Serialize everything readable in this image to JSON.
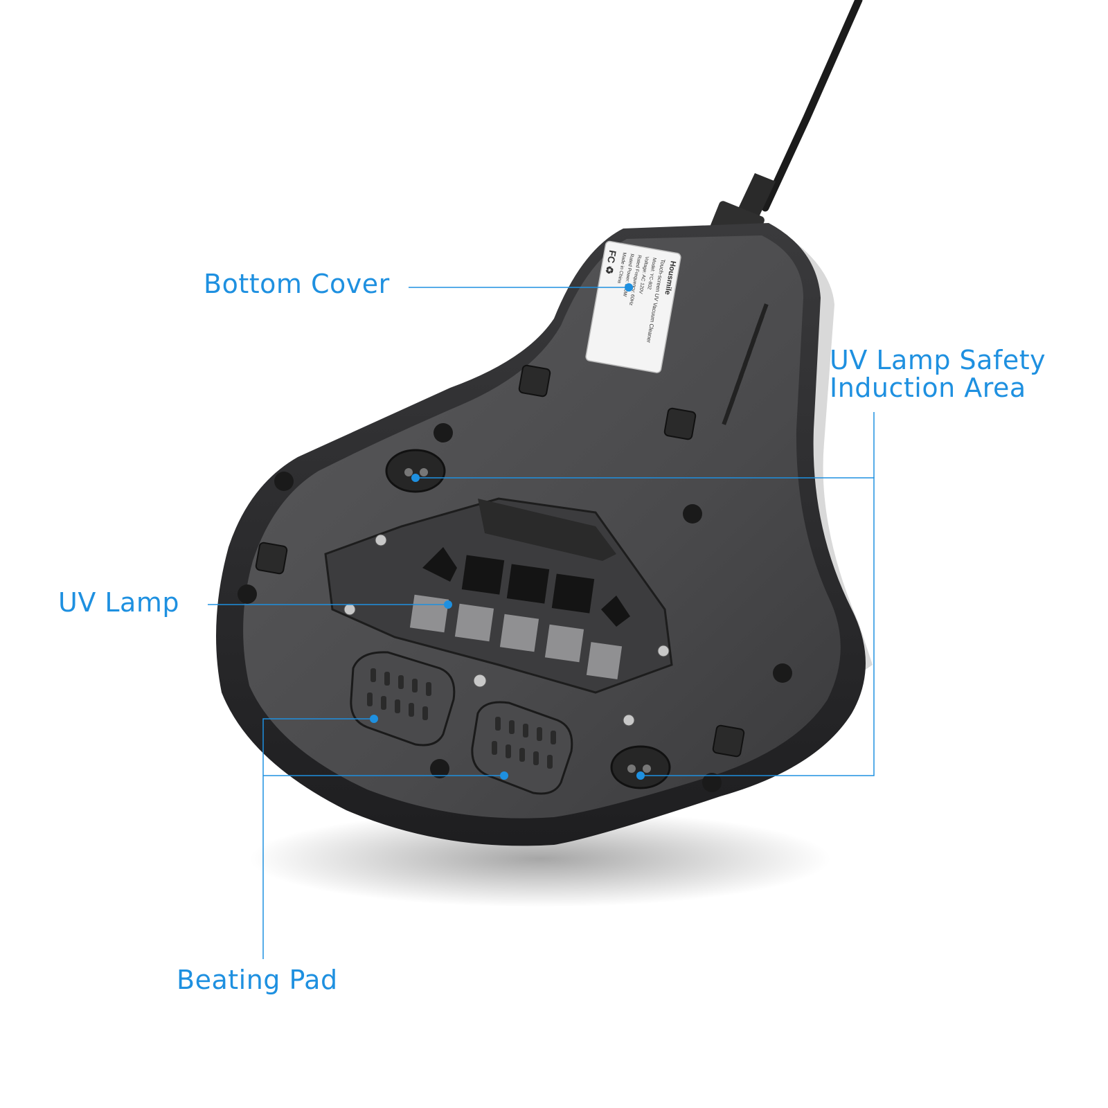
{
  "callouts": {
    "bottom_cover": "Bottom Cover",
    "uv_lamp_safety_line1": "UV Lamp Safety",
    "uv_lamp_safety_line2": "Induction Area",
    "uv_lamp": "UV Lamp",
    "beating_pad": "Beating Pad"
  },
  "product_label": {
    "brand": "Housmile",
    "product": "Touch-screen UV Vacuum Cleaner",
    "model": "Model: YC-802",
    "voltage": "Voltage: AC 120V",
    "frequency": "Rated Frequency: 60Hz",
    "power": "Rated Power: 500W",
    "made_in": "Made in China"
  },
  "colors": {
    "callout": "#1e90e0",
    "body": "#4a4a4c",
    "body_dark": "#2e2e30",
    "background": "#ffffff"
  }
}
